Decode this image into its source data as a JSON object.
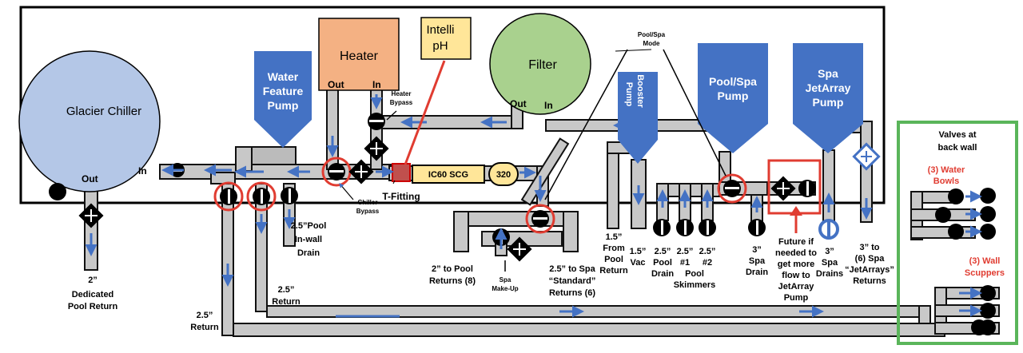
{
  "equipment": {
    "chiller": "Glacier Chiller",
    "heater": "Heater",
    "filter": "Filter",
    "intellich": [
      "Intelli",
      "pH"
    ],
    "water_feature_pump": [
      "Water",
      "Feature",
      "Pump"
    ],
    "booster_pump": [
      "Booster",
      "Pump"
    ],
    "pool_spa_pump": [
      "Pool/Spa",
      "Pump"
    ],
    "jetarray_pump": [
      "Spa",
      "JetArray",
      "Pump"
    ],
    "scg": "IC60 SCG",
    "scg_reading": "320"
  },
  "ports": {
    "out": "Out",
    "in": "In"
  },
  "labels": {
    "heater_bypass": [
      "Heater",
      "Bypass"
    ],
    "chiller_bypass": [
      "Chiller",
      "Bypass"
    ],
    "t_fitting": "T-Fitting",
    "pool_spa_mode": [
      "Pool/Spa",
      "Mode"
    ],
    "dedicated_return": [
      "2”",
      "Dedicated",
      "Pool Return"
    ],
    "in_wall_drain": [
      "2.5”Pool",
      "In-wall",
      "Drain"
    ],
    "return_a": [
      "2.5”",
      "Return"
    ],
    "return_b": [
      "2.5”",
      "Return"
    ],
    "pool_returns": [
      "2” to Pool",
      "Returns (8)"
    ],
    "spa_makeup": [
      "Spa",
      "Make-Up"
    ],
    "spa_standard": [
      "2.5” to Spa",
      "“Standard”",
      "Returns (6)"
    ],
    "from_pool_return": [
      "1.5”",
      "From",
      "Pool",
      "Return"
    ],
    "vac": [
      "1.5”",
      "Vac"
    ],
    "pool_drain": [
      "2.5”",
      "Pool",
      "Drain"
    ],
    "skimmers_1": [
      "2.5”",
      "#1"
    ],
    "skimmers_2": [
      "2.5”",
      "#2"
    ],
    "skimmers_word": [
      "Pool",
      "Skimmers"
    ],
    "spa_drain": [
      "3”",
      "Spa",
      "Drain"
    ],
    "future": [
      "Future if",
      "needed to",
      "get more",
      "flow to",
      "JetArray",
      "Pump"
    ],
    "spa_drains": [
      "3”",
      "Spa",
      "Drains"
    ],
    "jetarrays_returns": [
      "3” to",
      "(6) Spa",
      "“JetArrays”",
      "Returns"
    ],
    "valves_back_wall": [
      "Valves at",
      "back wall"
    ],
    "water_bowls": [
      "(3) Water",
      "Bowls"
    ],
    "wall_scuppers": [
      "(3) Wall",
      "Scuppers"
    ]
  },
  "colors": {
    "pump": "#4472c4",
    "heater": "#f4b183",
    "filter": "#a9d18e",
    "chiller": "#b4c7e7",
    "intellich": "#ffe699",
    "valve_highlight": "#e03c31",
    "outline_green": "#5ab55a",
    "arrow": "#4472c4"
  }
}
